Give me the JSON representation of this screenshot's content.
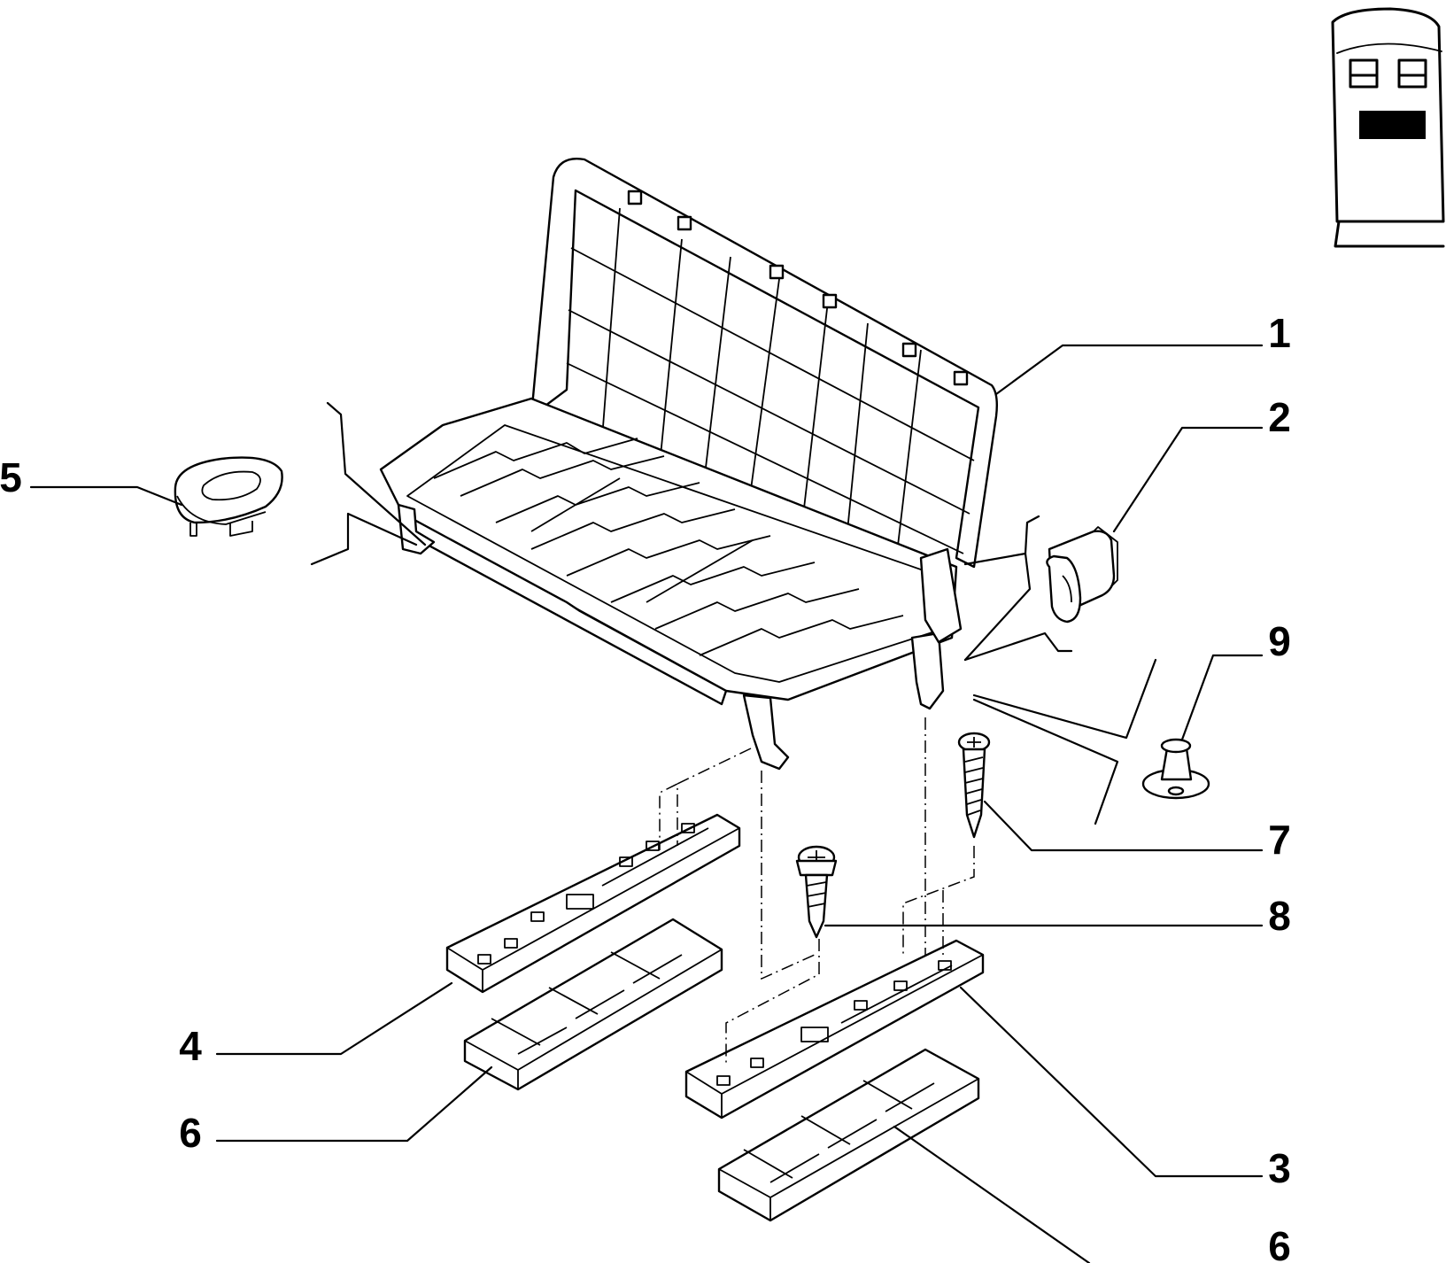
{
  "callouts": {
    "c1": "1",
    "c2": "2",
    "c3": "3",
    "c4": "4",
    "c5": "5",
    "c6a": "6",
    "c6b": "6",
    "c7": "7",
    "c8": "8",
    "c9": "9"
  },
  "icons": {
    "vehicle_layout": "van-seat-layout-icon"
  }
}
